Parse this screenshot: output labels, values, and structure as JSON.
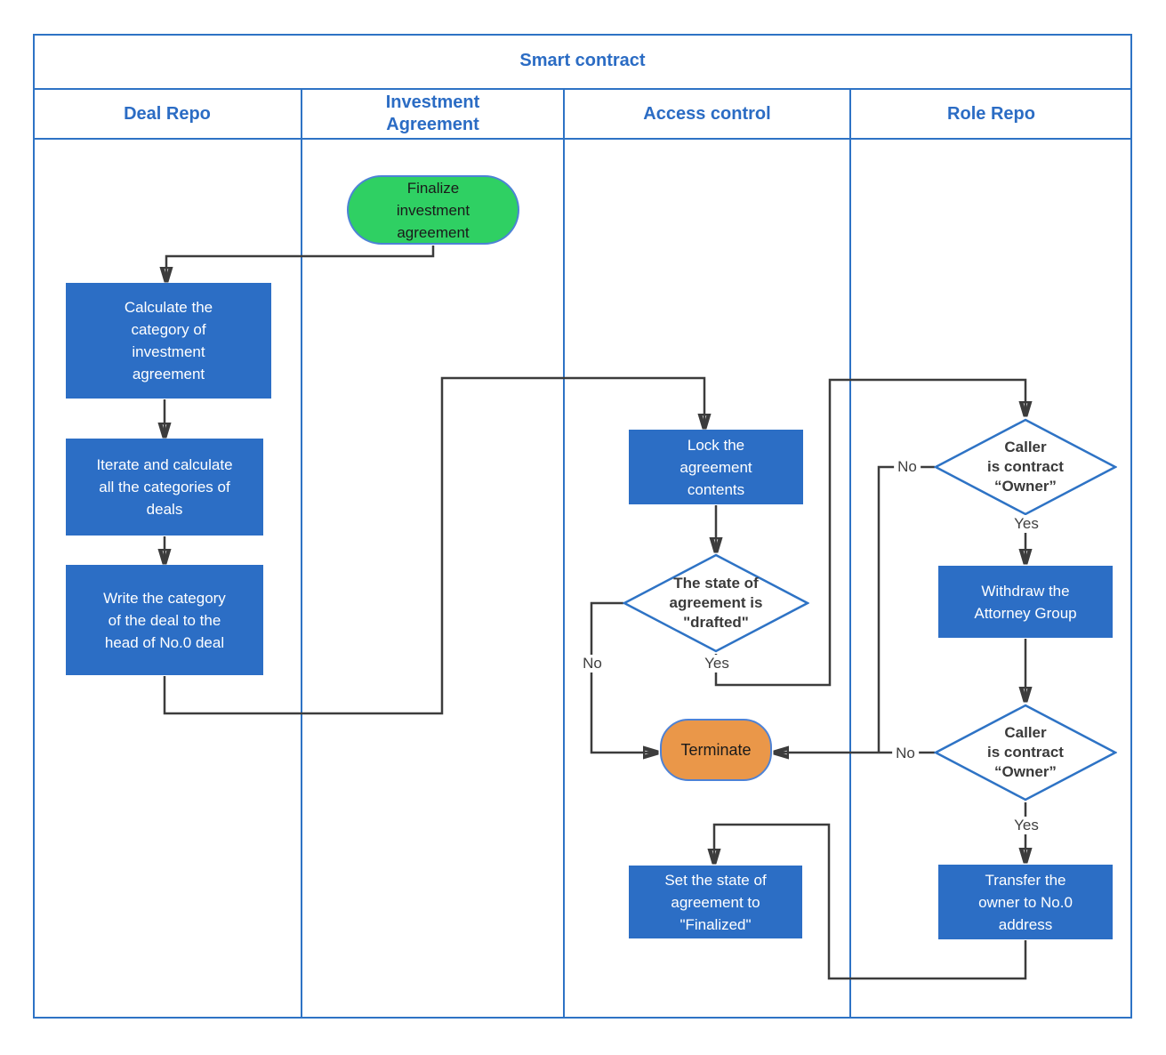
{
  "title": "Smart contract",
  "lanes": [
    {
      "label": "Deal Repo"
    },
    {
      "label": "Investment\nAgreement"
    },
    {
      "label": "Access control"
    },
    {
      "label": "Role Repo"
    }
  ],
  "nodes": {
    "finalize": {
      "type": "start",
      "label": "Finalize\ninvestment\nagreement"
    },
    "calculate": {
      "type": "process",
      "label": "Calculate the\ncategory of\ninvestment\nagreement"
    },
    "iterate": {
      "type": "process",
      "label": "Iterate and calculate\nall the  categories of\ndeals"
    },
    "write": {
      "type": "process",
      "label": "Write the category\nof the deal to the\nhead of No.0 deal"
    },
    "lock": {
      "type": "process",
      "label": "Lock the\nagreement\ncontents"
    },
    "drafted": {
      "type": "decision",
      "label": "The state of\nagreement is\n\"drafted\""
    },
    "terminate": {
      "type": "terminator",
      "label": "Terminate"
    },
    "set_state": {
      "type": "process",
      "label": "Set the state of\nagreement to\n\"Finalized\""
    },
    "owner_check_1": {
      "type": "decision",
      "label": "Caller\nis contract\n“Owner”"
    },
    "withdraw": {
      "type": "process",
      "label": "Withdraw the\nAttorney Group"
    },
    "owner_check_2": {
      "type": "decision",
      "label": "Caller\nis contract\n“Owner”"
    },
    "transfer": {
      "type": "process",
      "label": "Transfer the\nowner to No.0\naddress"
    }
  },
  "edge_labels": {
    "drafted_no": "No",
    "drafted_yes": "Yes",
    "owner1_no": "No",
    "owner1_yes": "Yes",
    "owner2_no": "No",
    "owner2_yes": "Yes"
  },
  "colors": {
    "lane_border": "#2E73C5",
    "header_text": "#2B6CC4",
    "process_fill": "#2C6EC5",
    "process_text": "#FFFFFF",
    "start_fill": "#2FD063",
    "terminator_fill": "#EA9749",
    "shape_border": "#4D82D6",
    "decision_border": "#2E73C5",
    "decision_text": "#3A3A3A",
    "connector": "#3C3C3C",
    "edge_label_text": "#3F3F3F"
  }
}
